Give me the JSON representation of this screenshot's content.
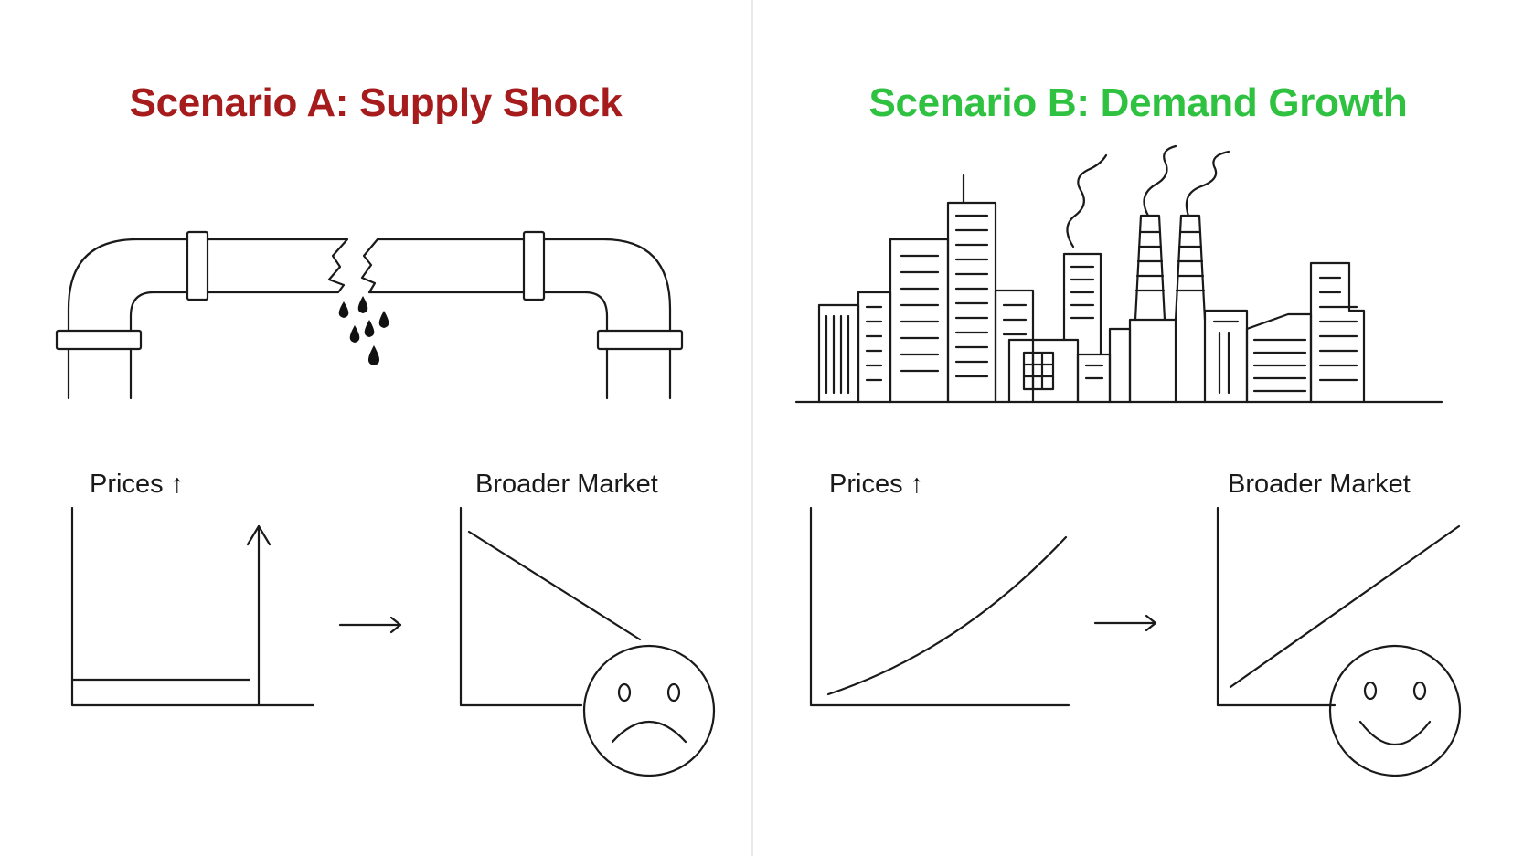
{
  "scenario_a": {
    "title": "Scenario A: Supply Shock",
    "title_color": "#a61c1c",
    "left_chart_label": "Prices ↑",
    "right_chart_label": "Broader Market",
    "illustration_icon": "broken-pipe-icon",
    "mood_icon": "sad-face-icon"
  },
  "scenario_b": {
    "title": "Scenario B: Demand Growth",
    "title_color": "#2fc140",
    "left_chart_label": "Prices ↑",
    "right_chart_label": "Broader Market",
    "illustration_icon": "city-skyline-icon",
    "mood_icon": "happy-face-icon"
  }
}
